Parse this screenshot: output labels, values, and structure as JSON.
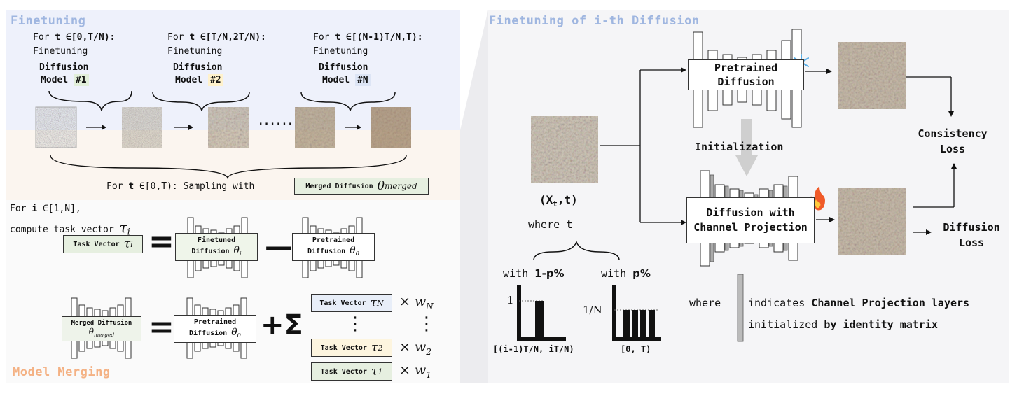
{
  "colors": {
    "finetune_bg": "#eef1fb",
    "sampling_bg": "#fbf5ef",
    "merge_bg": "#fafafa",
    "right_bg": "#f5f5f7",
    "title_blue": "#9fb6e0",
    "title_orange": "#f4b183",
    "hl_green": "#e2efda",
    "hl_yellow": "#fff2cc",
    "hl_blue": "#dde5f5"
  },
  "finetuning": {
    "title": "Finetuning",
    "stages": [
      {
        "for": "For ",
        "t": "t",
        "range": " ∈[0,T/N):",
        "line2": "Finetuning",
        "diffusion": "Diffusion",
        "model": "Model",
        "num": "#1"
      },
      {
        "for": "For ",
        "t": "t",
        "range": " ∈[T/N,2T/N):",
        "line2": "Finetuning",
        "diffusion": "Diffusion",
        "model": "Model",
        "num": "#2"
      },
      {
        "for": "For ",
        "t": "t",
        "range": " ∈[(N-1)T/N,T):",
        "line2": "Finetuning",
        "diffusion": "Diffusion",
        "model": "Model",
        "num": "#N"
      }
    ],
    "dots": "......",
    "sampling": {
      "prefix": "For ",
      "t": "t",
      "range": " ∈[0,T): Sampling with",
      "box_label": "Merged Diffusion",
      "theta": "θ",
      "theta_sub": "merged"
    }
  },
  "merging": {
    "title": "Model Merging",
    "for_line": "For ",
    "i": "i",
    "i_range": " ∈[1,N],",
    "compute": "compute task vector ",
    "tau": "τ",
    "tau_sub": "i",
    "task_vector": "Task Vector",
    "finetuned": "Finetuned",
    "diffusion": "Diffusion",
    "theta": "θ",
    "theta_i": "i",
    "pretrained": "Pretrained",
    "theta_0": "0",
    "equals": "=",
    "minus": "—",
    "plus_sigma": "+Σ",
    "merged_diffusion": "Merged Diffusion",
    "theta_merged": "merged",
    "tv_list": [
      {
        "tau_sub": "N",
        "w_sub": "N"
      },
      {
        "tau_sub": "2",
        "w_sub": "2"
      },
      {
        "tau_sub": "1",
        "w_sub": "1"
      }
    ],
    "times": "×",
    "w": "w",
    "vdots": "⋮"
  },
  "right": {
    "title": "Finetuning of i-th Diffusion",
    "pretrained_label": "Pretrained Diffusion",
    "projection_label": "Diffusion with Channel Projection",
    "initialization": "Initialization",
    "consistency_loss": "Consistency Loss",
    "diffusion_loss": "Diffusion Loss",
    "input_label": "(X",
    "input_sub": "t",
    "input_suffix": ",t)",
    "where": "where ",
    "where_t": "t",
    "with1": "with ",
    "with1_b": "1-p%",
    "with2": "with ",
    "with2_b": "p%",
    "y1": "1",
    "y2": "1/N",
    "x1": "[(i-1)T/N, iT/N)",
    "x2": "[0, T)",
    "legend_where": "where",
    "legend_line1a": "indicates ",
    "legend_line1b": "Channel Projection layers",
    "legend_line2a": "initialized ",
    "legend_line2b": "by identity matrix"
  }
}
